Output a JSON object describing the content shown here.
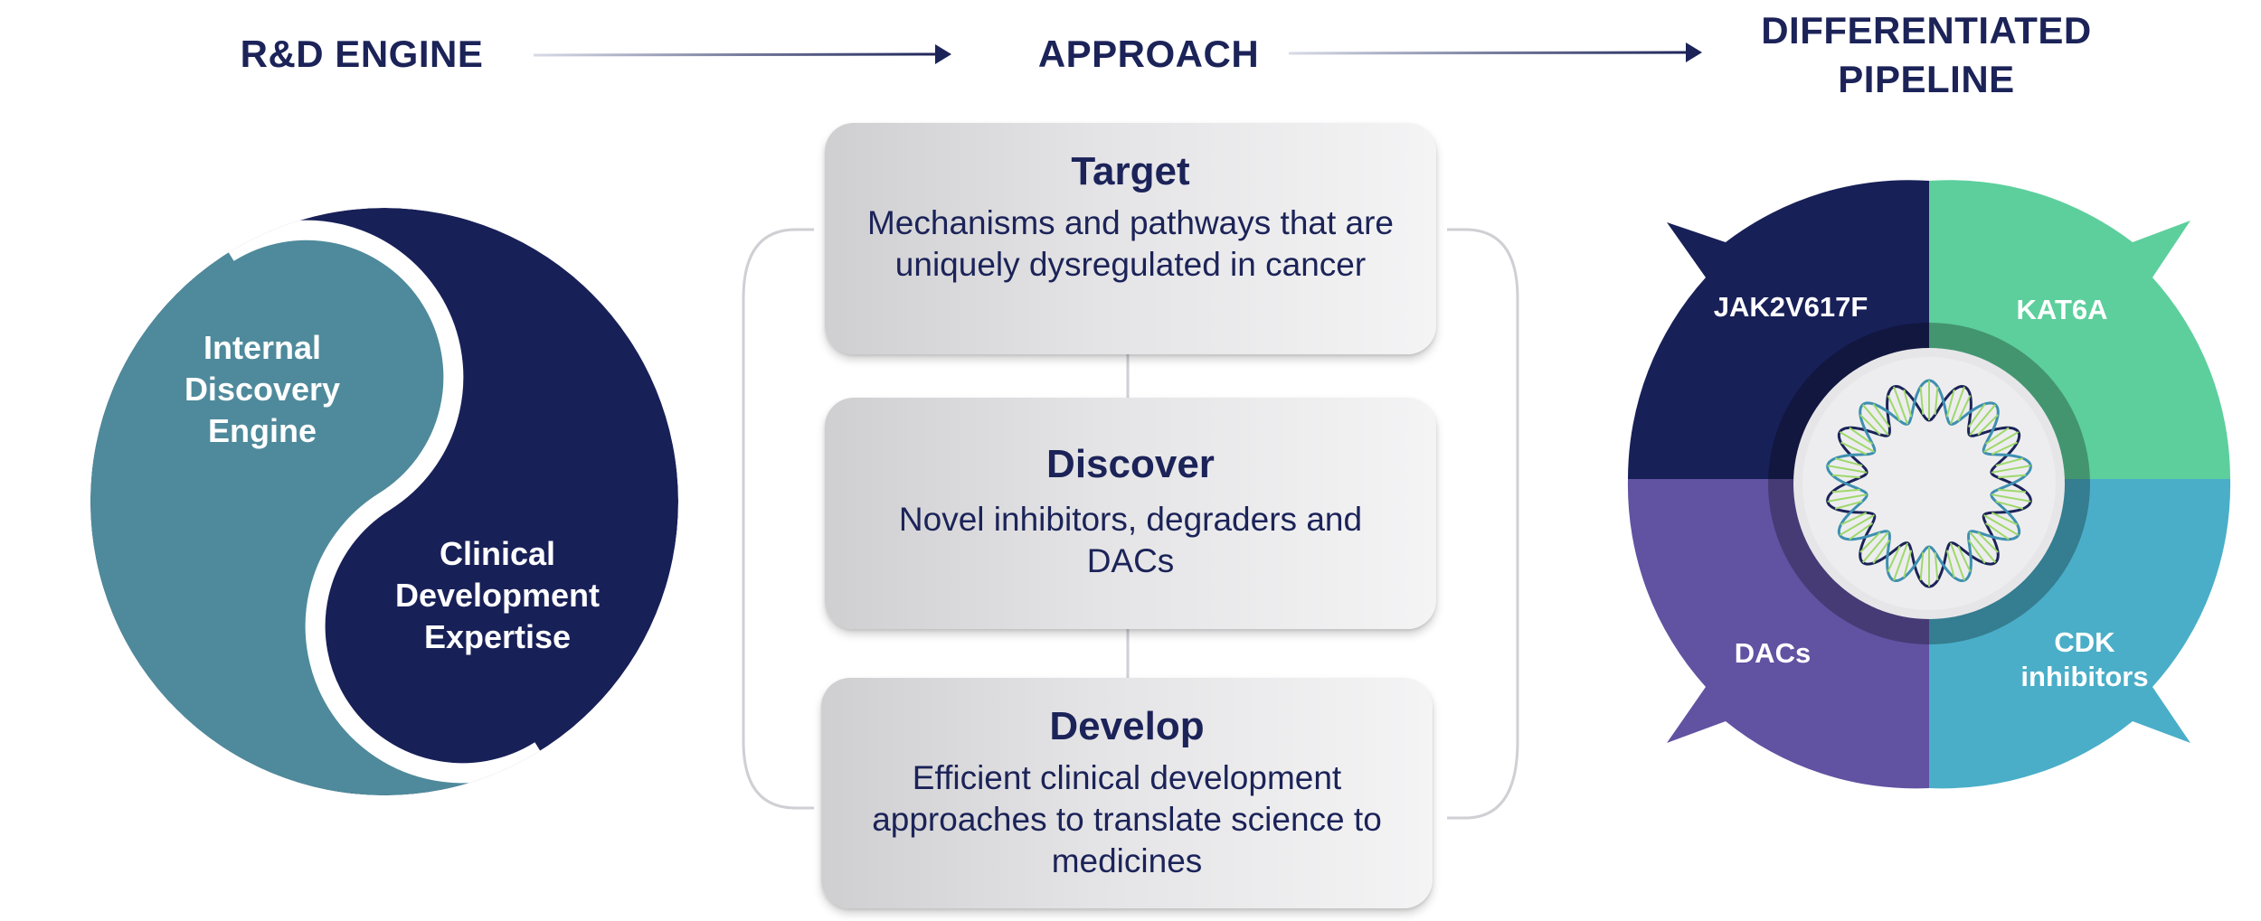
{
  "headers": {
    "rd_engine": "R&D ENGINE",
    "approach": "APPROACH",
    "pipeline": "DIFFERENTIATED\nPIPELINE"
  },
  "rd_engine": {
    "internal": "Internal\nDiscovery\nEngine",
    "clinical": "Clinical\nDevelopment\nExpertise",
    "colors": {
      "teal": "#4e8a9b",
      "navy": "#182058"
    }
  },
  "approach": {
    "target": {
      "title": "Target",
      "desc": "Mechanisms and pathways that are uniquely dysregulated in cancer"
    },
    "discover": {
      "title": "Discover",
      "desc": "Novel inhibitors, degraders and DACs"
    },
    "develop": {
      "title": "Develop",
      "desc": "Efficient clinical development approaches to translate science to medicines"
    }
  },
  "pipeline": {
    "segments": [
      {
        "label": "JAK2V617F",
        "color": "#182058"
      },
      {
        "label": "KAT6A",
        "color": "#5dcf9c"
      },
      {
        "label": "DACs",
        "color": "#6152a2"
      },
      {
        "label": "CDK\ninhibitors",
        "color": "#4aaec8"
      }
    ],
    "center_icon": "dna-helix-icon"
  }
}
